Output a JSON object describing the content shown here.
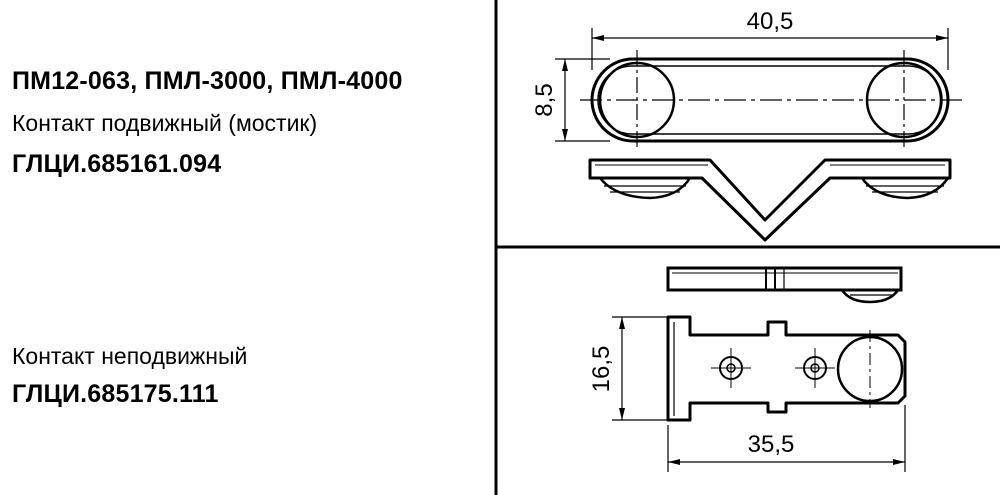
{
  "moving_contact": {
    "models": "ПМ12-063, ПМЛ-3000, ПМЛ-4000",
    "name": "Контакт подвижный (мостик)",
    "code": "ГЛЦИ.685161.094",
    "dim_length": "40,5",
    "dim_height": "8,5"
  },
  "fixed_contact": {
    "name": "Контакт неподвижный",
    "code": "ГЛЦИ.685175.111",
    "dim_height": "16,5",
    "dim_length": "35,5"
  },
  "colors": {
    "line": "#000000",
    "background": "#ffffff"
  }
}
